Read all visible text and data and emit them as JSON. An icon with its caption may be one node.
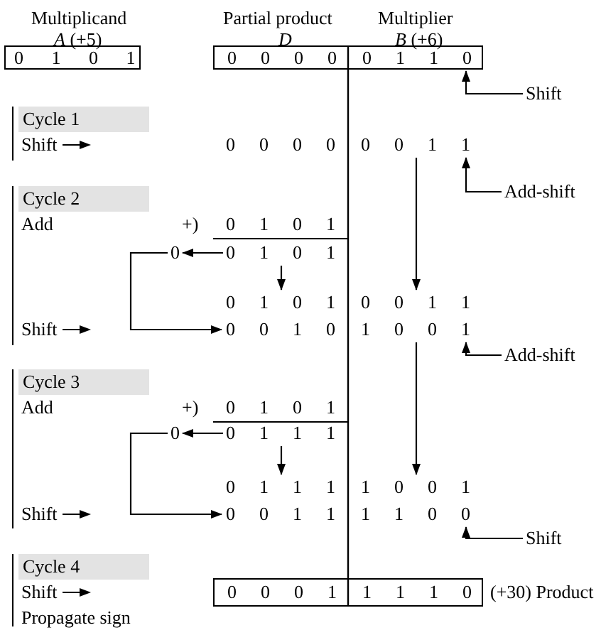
{
  "diagram": {
    "nodes": [
      {
        "text": [
          "0 1 0 1"
        ]
      },
      {
        "text": [
          "0 0 0 0",
          "0 1 1 0"
        ]
      },
      {
        "text": [
          "Shift"
        ]
      },
      {
        "text": [
          "Cycle 1"
        ]
      },
      {
        "text": [
          "0 0 0 0"
        ]
      },
      {
        "text": [
          "0 0 1 1"
        ]
      },
      {
        "text": [
          "Add-shift"
        ]
      },
      {
        "text": [
          "Cycle 2"
        ]
      },
      {
        "text": [
          "0 1 0 1"
        ]
      },
      {
        "text": [
          "0 1 0 1"
        ]
      },
      {
        "text": [
          "0"
        ]
      },
      {
        "text": [
          "0 1 0 1"
        ]
      },
      {
        "text": [
          "0 0 1 1"
        ]
      },
      {
        "text": [
          "0 0 1 0"
        ]
      },
      {
        "text": [
          "1 0 0 1"
        ]
      },
      {
        "text": [
          "Add-shift"
        ]
      },
      {
        "text": [
          "Cycle 3"
        ]
      },
      {
        "text": [
          "0 1 0 1"
        ]
      },
      {
        "text": [
          "0 1 1 1"
        ]
      },
      {
        "text": [
          "0"
        ]
      },
      {
        "text": [
          "0 1 1 1"
        ]
      },
      {
        "text": [
          "1 0 0 1"
        ]
      },
      {
        "text": [
          "0 0 1 1"
        ]
      },
      {
        "text": [
          "1 1 0 0"
        ]
      },
      {
        "text": [
          "Shift"
        ]
      },
      {
        "text": [
          "Cycle 4"
        ]
      },
      {
        "text": [
          "0 0 0 1",
          "1 1 1 0"
        ],
        "beside": [
          "(+30) Product"
        ]
      }
    ],
    "edges": [
      {
        "from": 2,
        "to": 1,
        "arrow": "to"
      },
      {
        "from": 6,
        "to": 5,
        "arrow": "to"
      },
      {
        "from": 9,
        "to": 10,
        "arrow": "to"
      },
      {
        "from": 10,
        "to": 13,
        "arrow": "to"
      },
      {
        "from": 9,
        "to": 11,
        "arrow": "to"
      },
      {
        "from": 5,
        "to": 12,
        "arrow": "to"
      },
      {
        "from": 15,
        "to": 14,
        "arrow": "to"
      },
      {
        "from": 18,
        "to": 19,
        "arrow": "to"
      },
      {
        "from": 19,
        "to": 22,
        "arrow": "to"
      },
      {
        "from": 18,
        "to": 20,
        "arrow": "to"
      },
      {
        "from": 14,
        "to": 21,
        "arrow": "to"
      },
      {
        "from": 24,
        "to": 23,
        "arrow": "to"
      }
    ],
    "labels": [
      "Multiplicand",
      "*A* (+5)",
      "Partial product",
      "D",
      "Multiplier",
      "*B* (+6)",
      "Shift",
      "Add",
      "+)",
      "Shift",
      "Add",
      "+)",
      "Shift",
      "Shift",
      "Propagate sign"
    ]
  }
}
